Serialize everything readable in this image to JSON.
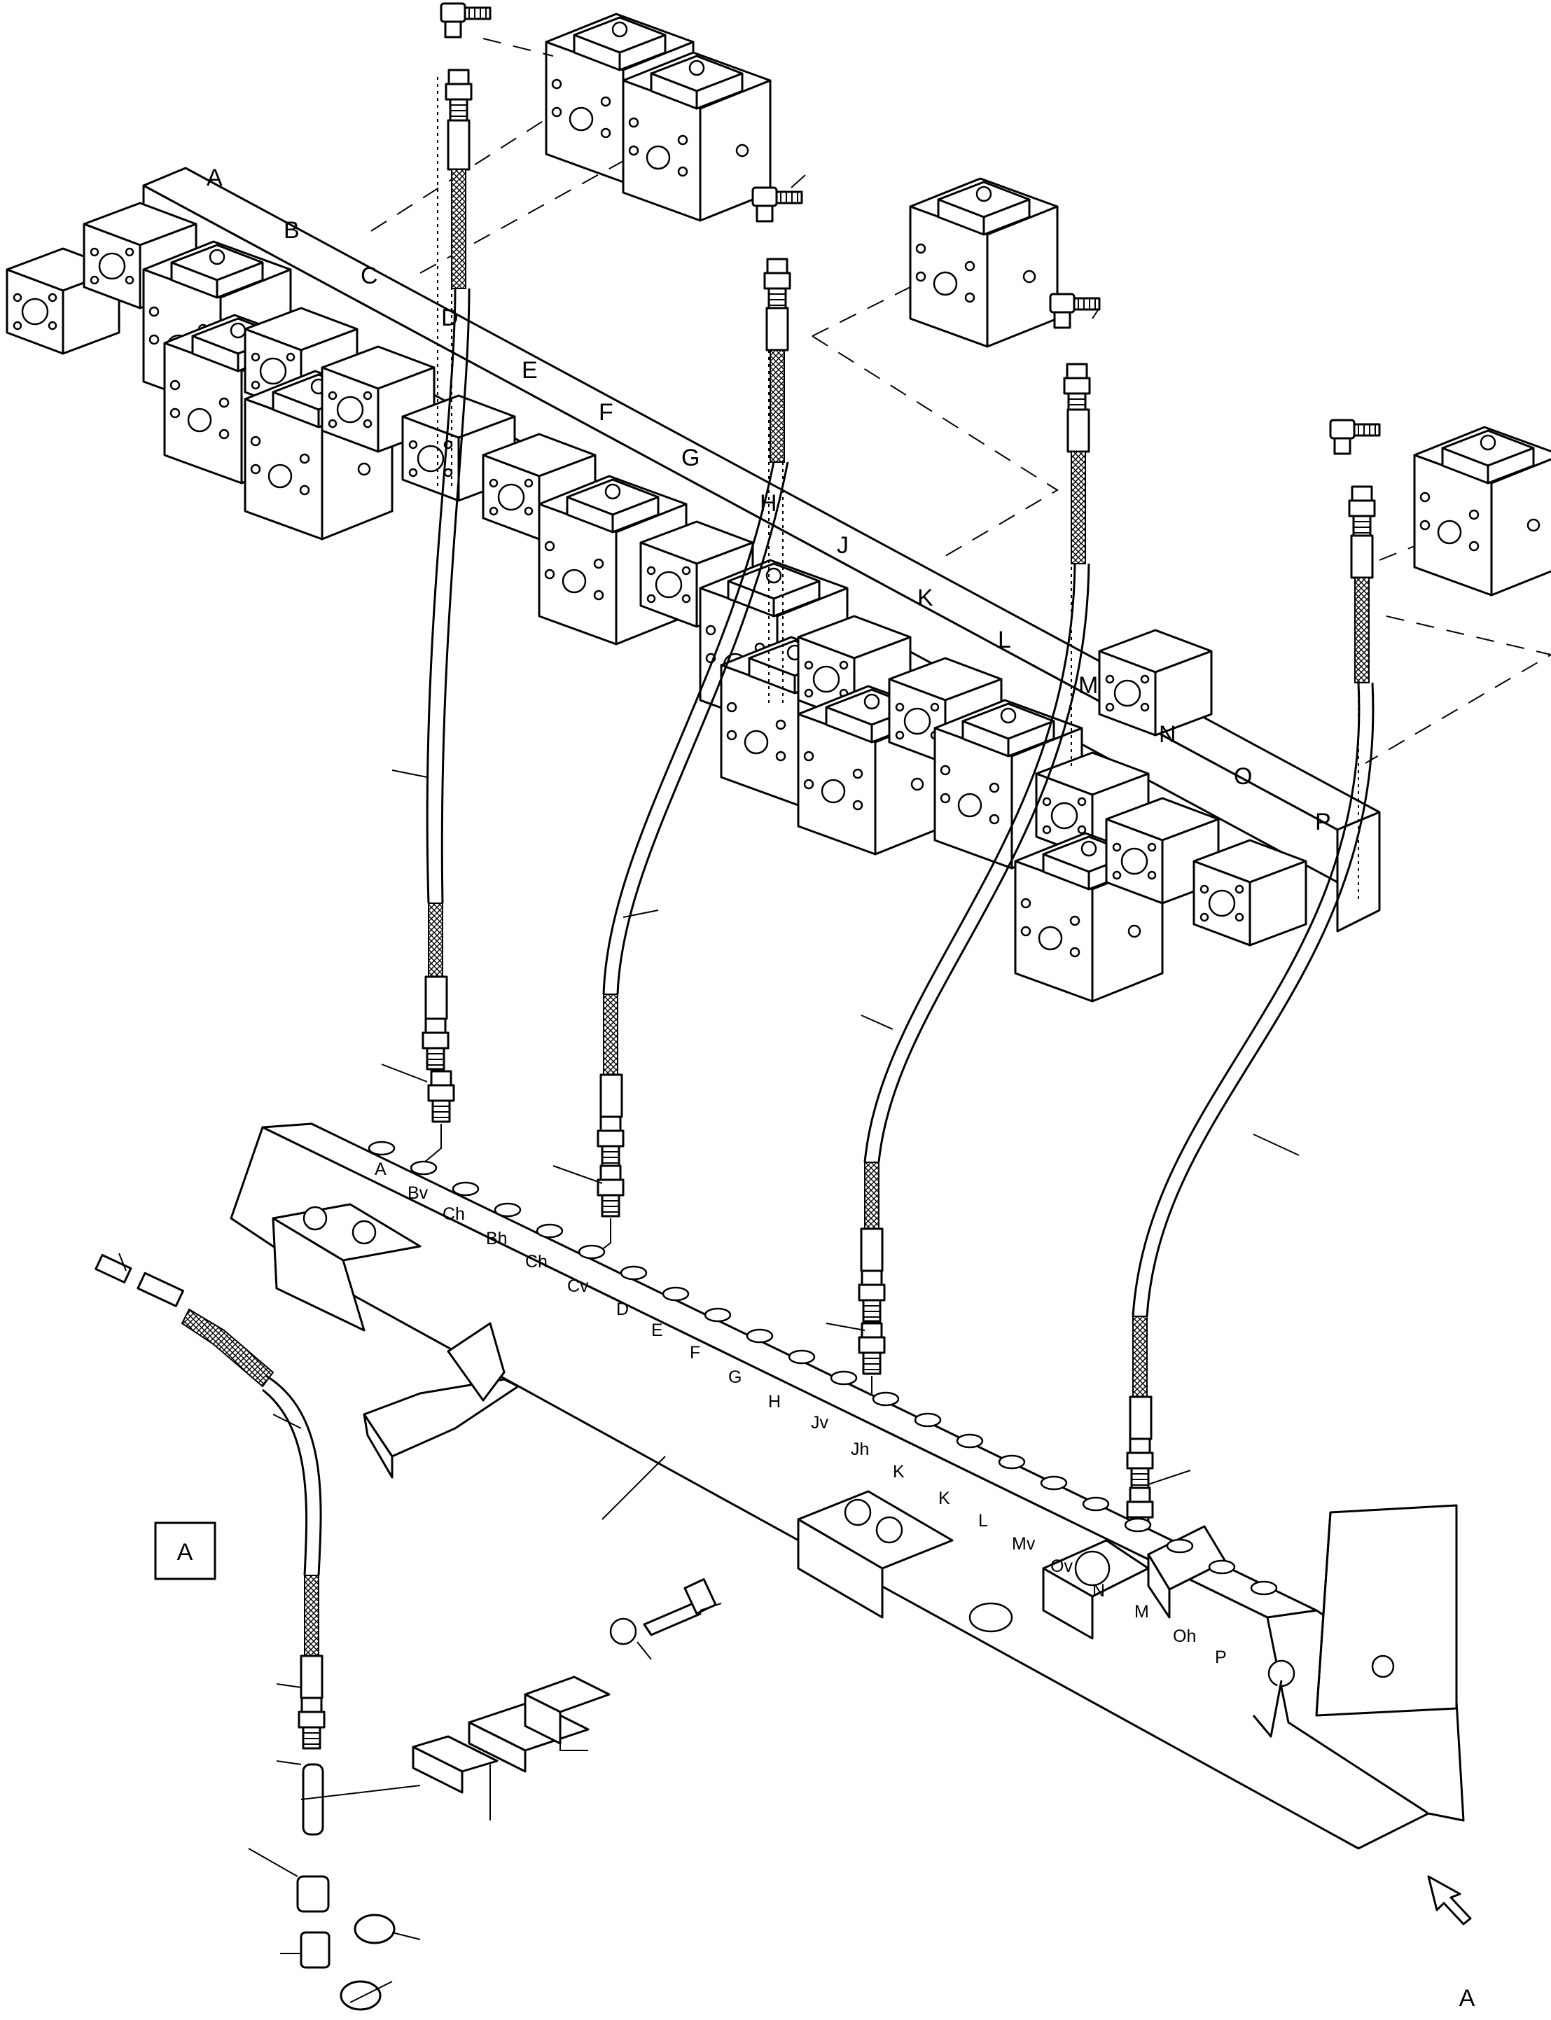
{
  "valve_labels": [
    "A",
    "B",
    "C",
    "D",
    "E",
    "F",
    "G",
    "H",
    "J",
    "K",
    "L",
    "M",
    "N",
    "O",
    "P"
  ],
  "port_labels": [
    "A",
    "Bv",
    "Ch",
    "Bh",
    "Ch",
    "Cv",
    "D",
    "E",
    "F",
    "G",
    "H",
    "Jv",
    "Jh",
    "K",
    "K",
    "L",
    "Mv",
    "Ov",
    "N",
    "M",
    "Oh",
    "P"
  ],
  "view_label_box": "A",
  "view_arrow_label": "A",
  "colors": {
    "line": "#000000",
    "background": "#ffffff"
  }
}
